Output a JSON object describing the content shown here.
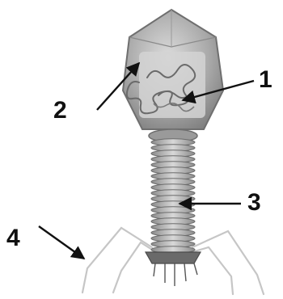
{
  "labels": {
    "one": "1",
    "two": "2",
    "three": "3",
    "four": "4"
  },
  "colors": {
    "head_fill": "#a4a4a4",
    "head_edge": "#777777",
    "dna": "#6b6b6b",
    "tail_coil": "#8c8c8c",
    "fibers": "#c8c8c8",
    "arrow": "#111111",
    "label": "#111111"
  }
}
